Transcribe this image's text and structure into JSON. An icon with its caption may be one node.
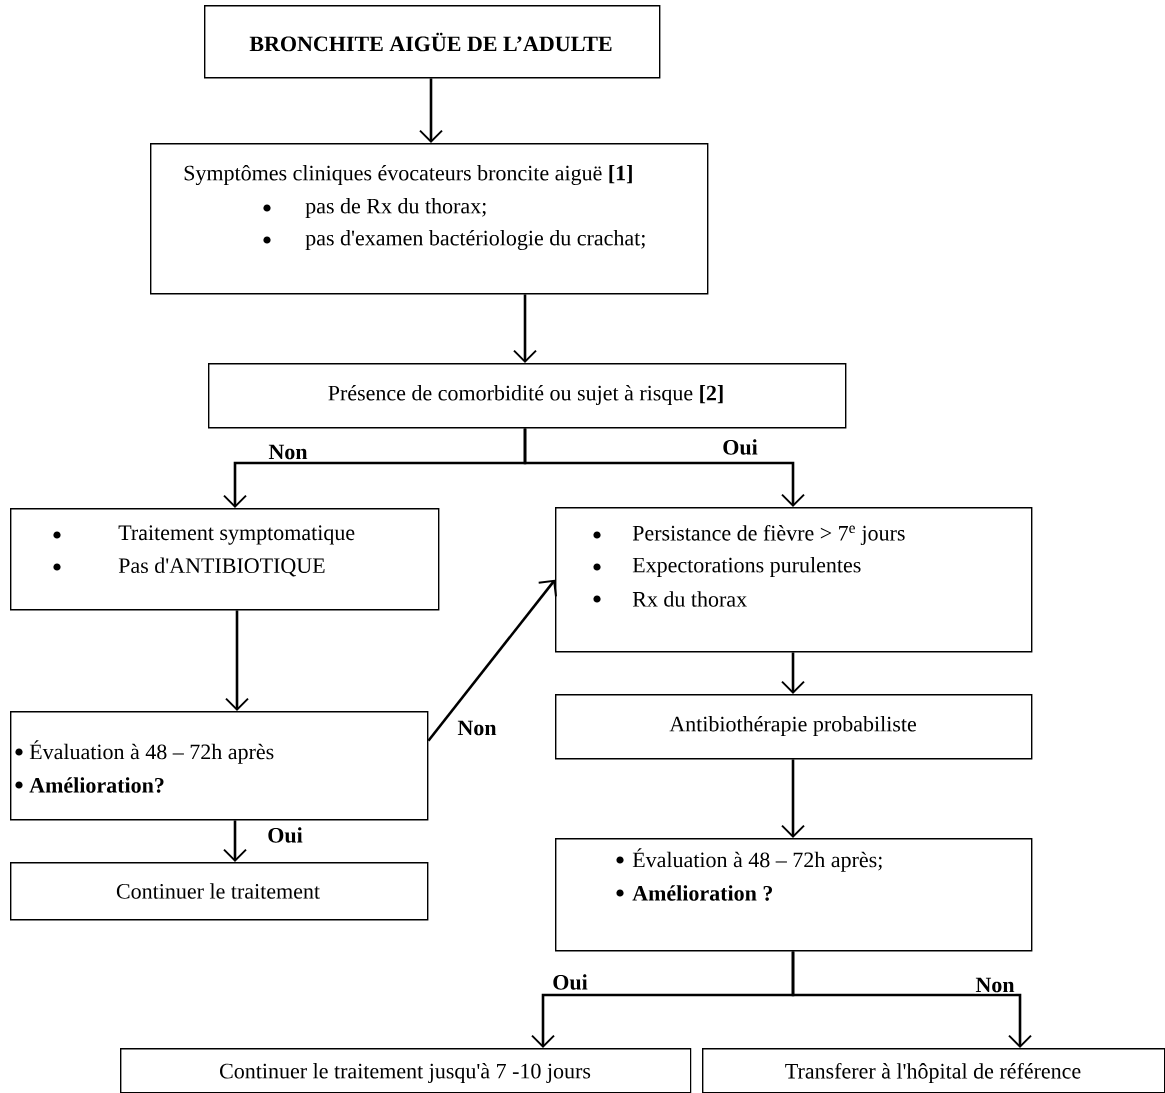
{
  "diagram": {
    "nodes": [
      {
        "text": [
          "BRONCHITE AIGÜE DE L’ADULTE"
        ]
      },
      {
        "text": [
          "Symptômes cliniques évocateurs broncite aiguë **[1]**",
          "pas de Rx du thorax;",
          "pas d'examen bactériologie du crachat;"
        ]
      },
      {
        "text": [
          "Présence de comorbidité ou sujet à risque **[2]**"
        ]
      },
      {
        "text": [
          "Traitement symptomatique",
          "Pas d'ANTIBIOTIQUE"
        ]
      },
      {
        "text": [
          "Persistance de fièvre > 7$^{e}$ jours",
          "Expectorations purulentes",
          "Rx du thorax"
        ]
      },
      {
        "text": [
          "Évaluation à 48 – 72h après",
          "Amélioration?"
        ]
      },
      {
        "text": [
          "Continuer le traitement"
        ]
      },
      {
        "text": [
          "Antibiothérapie probabiliste"
        ]
      },
      {
        "text": [
          "Évaluation à 48 – 72h après;",
          "Amélioration ?"
        ]
      },
      {
        "text": [
          "Continuer le traitement jusqu'à 7 -10 jours"
        ]
      },
      {
        "text": [
          "Transferer à l'hôpital de référence"
        ]
      }
    ],
    "edges": [
      {
        "from": 0,
        "to": 1,
        "arrow": "to"
      },
      {
        "from": 1,
        "to": 2,
        "arrow": "to"
      },
      {
        "from": 2,
        "to": 3,
        "arrow": "to",
        "label": "Non"
      },
      {
        "from": 2,
        "to": 4,
        "arrow": "to",
        "label": "Oui"
      },
      {
        "from": 3,
        "to": 5,
        "arrow": "to"
      },
      {
        "from": 5,
        "to": 4,
        "arrow": "to",
        "label": "Non"
      },
      {
        "from": 5,
        "to": 6,
        "arrow": "to",
        "label": "Oui"
      },
      {
        "from": 4,
        "to": 7,
        "arrow": "to"
      },
      {
        "from": 7,
        "to": 8,
        "arrow": "to"
      },
      {
        "from": 8,
        "to": 9,
        "arrow": "to",
        "label": "Oui"
      },
      {
        "from": 8,
        "to": 10,
        "arrow": "to",
        "label": "Non"
      }
    ]
  }
}
